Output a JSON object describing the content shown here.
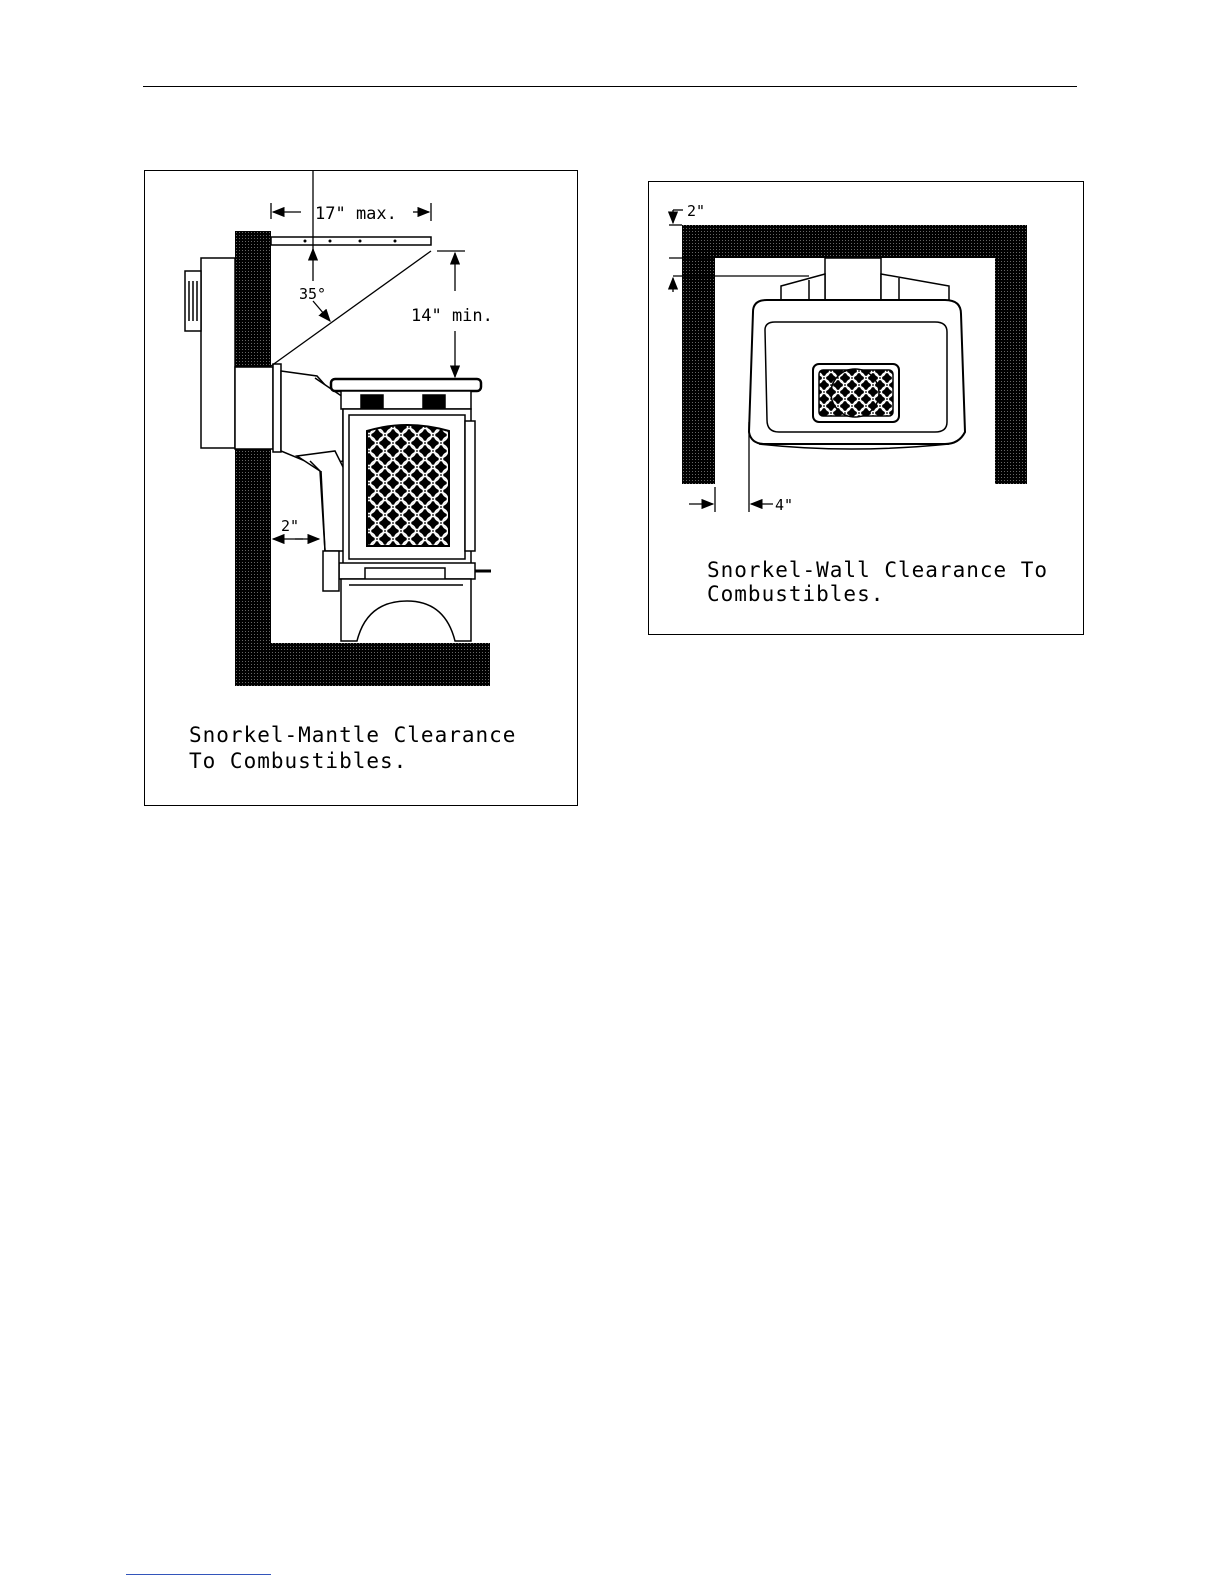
{
  "figures": {
    "mantle": {
      "caption_line1": "Snorkel-Mantle Clearance",
      "caption_line2": "To Combustibles.",
      "dim_width": "17\" max.",
      "dim_height": "14\" min.",
      "dim_angle": "35°",
      "dim_wall_gap": "2\""
    },
    "wall": {
      "caption_line1": "Snorkel-Wall Clearance To",
      "caption_line2": "Combustibles.",
      "dim_top": "2\"",
      "dim_side": "4\""
    }
  }
}
